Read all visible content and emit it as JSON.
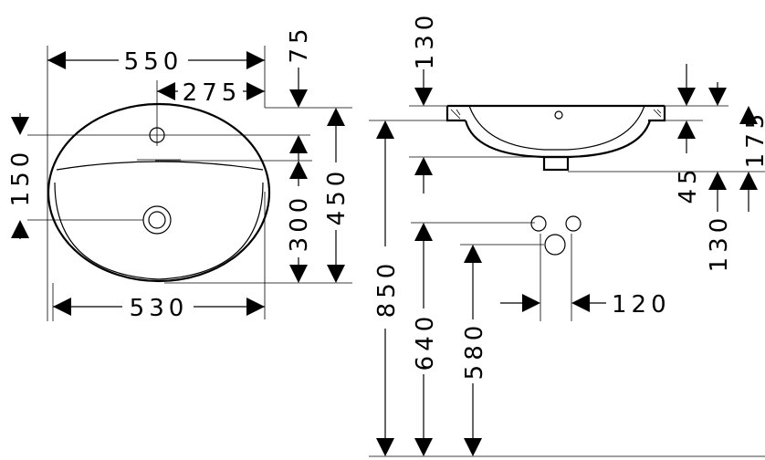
{
  "dimensions": {
    "top_width": "550",
    "half_width": "275",
    "top_offset": "75",
    "tap_offset": "150",
    "inner_depth": "300",
    "total_depth": "450",
    "bottom_width": "530",
    "side_top": "130",
    "side_height": "175",
    "side_small": "45",
    "side_lower": "130",
    "floor_height": "850",
    "drain_height": "640",
    "pipe_height": "580",
    "pipe_spacing": "120"
  }
}
